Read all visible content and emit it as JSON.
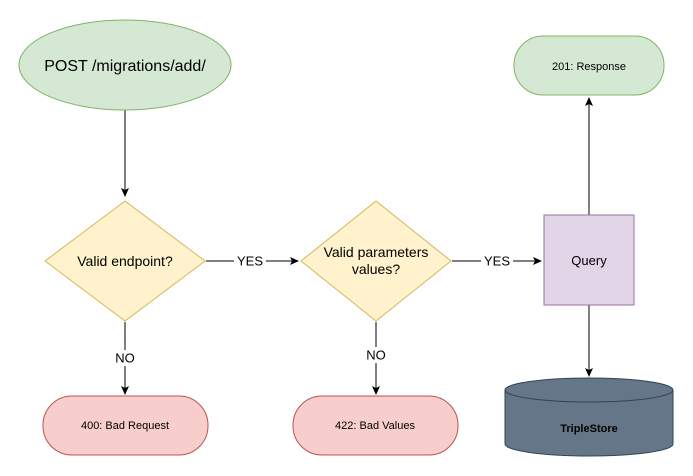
{
  "nodes": {
    "start": {
      "label": "POST /migrations/add/",
      "fill": "#d5e8d4",
      "stroke": "#82b366"
    },
    "valid_endpoint": {
      "label": "Valid endpoint?",
      "fill": "#fff2cc",
      "stroke": "#d6b656"
    },
    "valid_params": {
      "line1": "Valid parameters",
      "line2": "values?",
      "fill": "#fff2cc",
      "stroke": "#d6b656"
    },
    "query": {
      "label": "Query",
      "fill": "#e1d5e7",
      "stroke": "#9673a6"
    },
    "response": {
      "label": "201: Response",
      "fill": "#d5e8d4",
      "stroke": "#82b366"
    },
    "bad_request": {
      "label": "400: Bad Request",
      "fill": "#f8cecc",
      "stroke": "#b85450"
    },
    "bad_values": {
      "label": "422: Bad Values",
      "fill": "#f8cecc",
      "stroke": "#b85450"
    },
    "triplestore": {
      "label": "TripleStore",
      "fill": "#647687",
      "stroke": "#314354",
      "text_color": "#ffffff"
    }
  },
  "edges": {
    "yes_1": "YES",
    "yes_2": "YES",
    "no_1": "NO",
    "no_2": "NO"
  }
}
